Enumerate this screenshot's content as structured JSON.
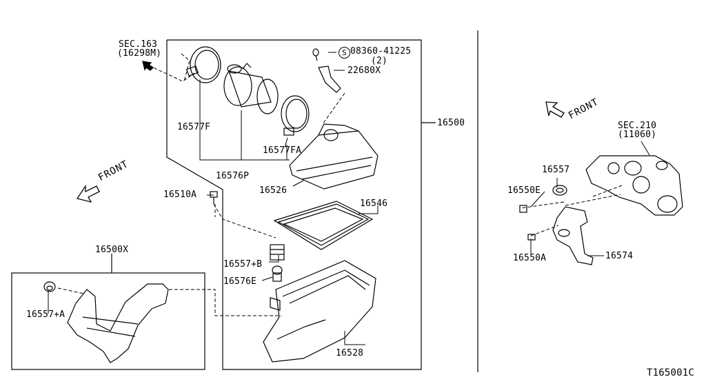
{
  "diagram": {
    "code": "T165001C",
    "front_label": "FRONT",
    "part_numbers": {
      "assembly": "16500",
      "sec163_ref": "SEC.163",
      "sec163_sub": "(16298M)",
      "clamp": "16577F",
      "clamp_fa": "16577FA",
      "duct_576p": "16576P",
      "screw": "08360-41225",
      "screw_circle": "S",
      "screw_qty": "(2)",
      "sensor": "22680X",
      "cover": "16526",
      "bolt": "16510A",
      "element": "16546",
      "mount_b": "16557+B",
      "collar": "16576E",
      "case": "16528",
      "inlet": "16500X",
      "mount_a": "16557+A",
      "sec210_ref": "SEC.210",
      "sec210_sub": "(11060)",
      "grommet": "16557",
      "clip": "16550E",
      "bolt_a": "16550A",
      "bracket": "16574"
    }
  }
}
